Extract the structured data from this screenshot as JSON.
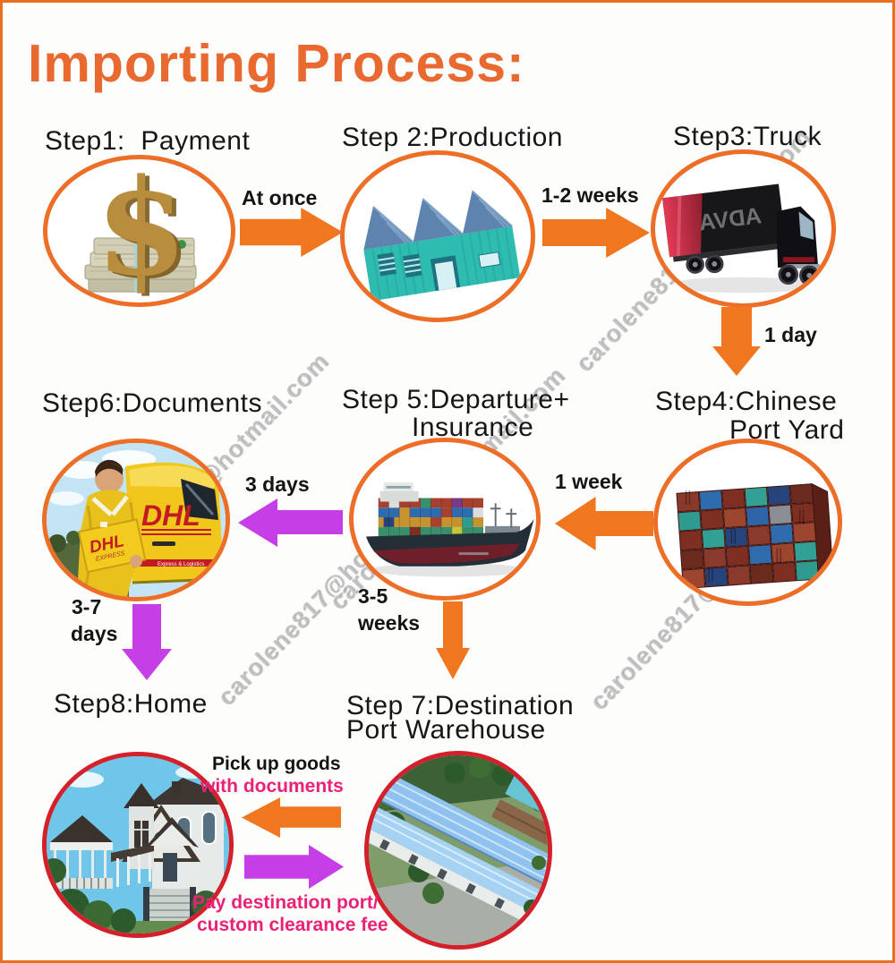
{
  "title": "Importing Process:",
  "watermark": "carolene817@hotmail.com",
  "colors": {
    "frame_orange": "#e8701e",
    "title_orange": "#e96a31",
    "arrow_orange": "#f0761f",
    "arrow_purple": "#c63fe6",
    "ring_orange": "#ec6e27",
    "ring_red": "#d3202a",
    "note_pink": "#ea2277",
    "text_black": "#141414"
  },
  "steps": [
    {
      "label": "Step1:  Payment",
      "icon": "dollar-cash-icon"
    },
    {
      "label": "Step 2:Production",
      "icon": "factory-icon"
    },
    {
      "label": "Step3:Truck",
      "icon": "truck-icon"
    },
    {
      "label": "Step4:Chinese",
      "label2": "Port Yard",
      "icon": "containers-icon"
    },
    {
      "label": "Step 5:Departure+",
      "label2": "Insurance",
      "icon": "cargo-ship-icon"
    },
    {
      "label": "Step6:Documents",
      "icon": "dhl-courier-icon"
    },
    {
      "label": "Step 7:Destination",
      "label2": "Port Warehouse",
      "icon": "warehouse-icon"
    },
    {
      "label": "Step8:Home",
      "icon": "house-icon"
    }
  ],
  "durations": {
    "s1_to_s2": "At once",
    "s2_to_s3": "1-2 weeks",
    "s3_to_s4": "1 day",
    "s4_to_s5": "1 week",
    "s5_to_s6": "3 days",
    "s6_to_s8_line1": "3-7",
    "s6_to_s8_line2": "days",
    "s5_to_s7_line1": "3-5",
    "s5_to_s7_line2": "weeks"
  },
  "notes": {
    "pickup_line1": "Pick up goods",
    "pickup_line2": "with documents",
    "pay_line1": "Pay destination port/",
    "pay_line2": "custom clearance fee"
  }
}
